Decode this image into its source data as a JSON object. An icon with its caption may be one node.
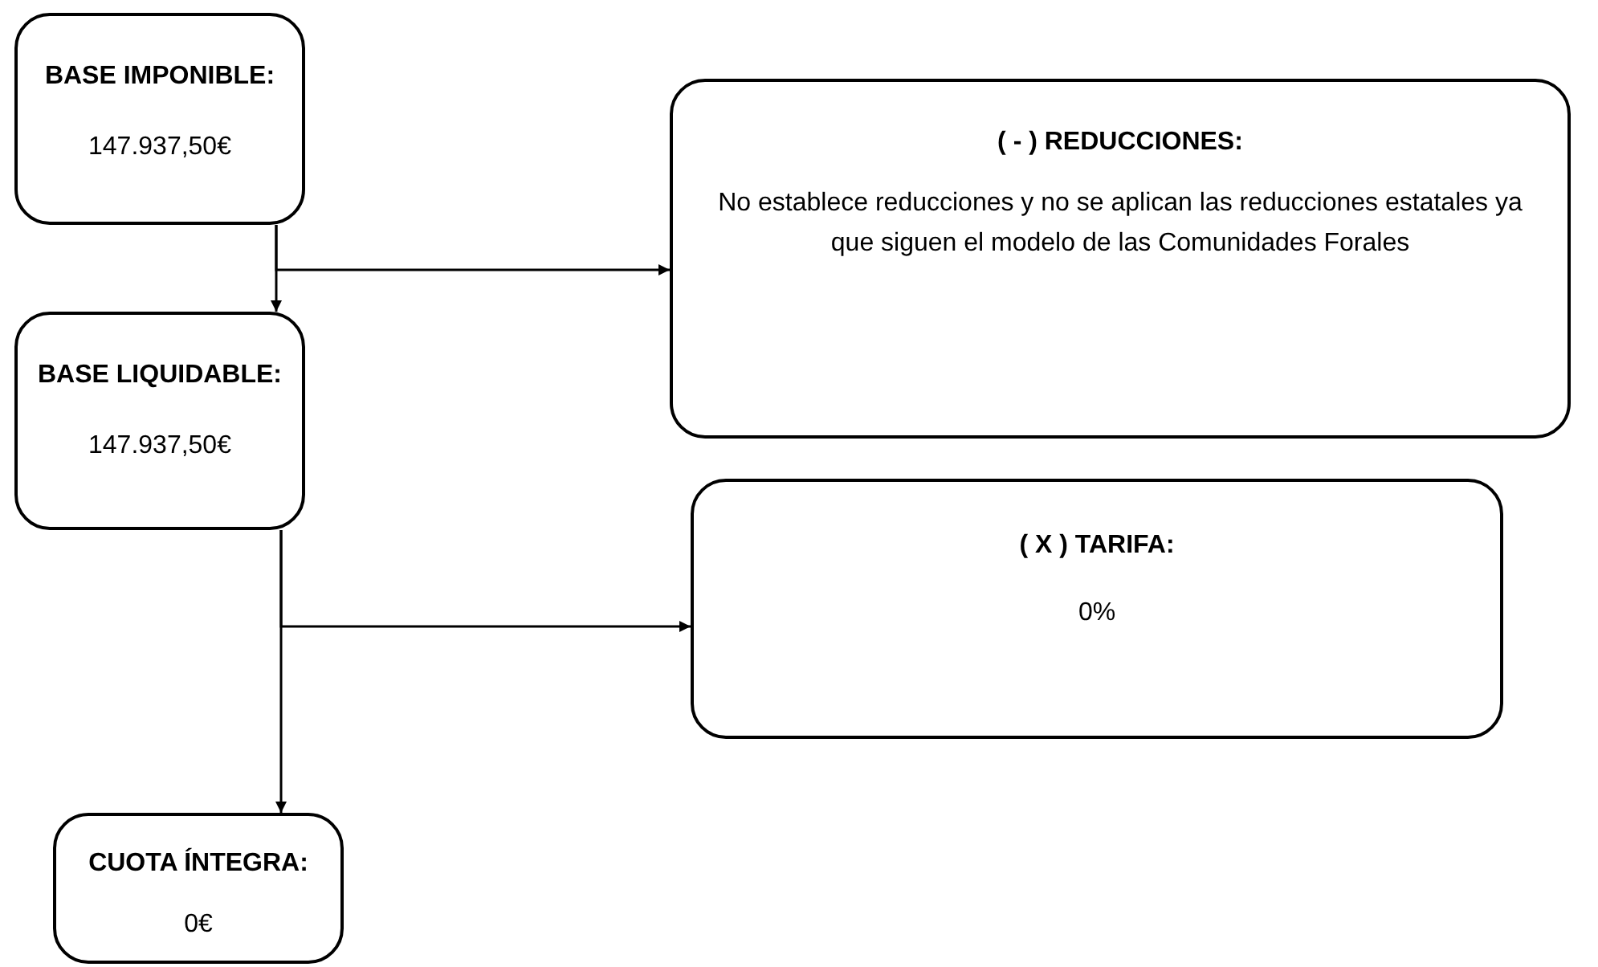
{
  "diagram": {
    "nodes": [
      {
        "text": [
          "BASE IMPONIBLE:",
          "147.937,50€"
        ]
      },
      {
        "text": [
          "( - ) REDUCCIONES:",
          "No establece reducciones y no se aplican las reducciones estatales ya que siguen el modelo de las Comunidades Forales"
        ]
      },
      {
        "text": [
          "BASE LIQUIDABLE:",
          "147.937,50€"
        ]
      },
      {
        "text": [
          "( X ) TARIFA:",
          "0%"
        ]
      },
      {
        "text": [
          "CUOTA ÍNTEGRA:",
          "0€"
        ]
      }
    ],
    "edges": [
      {
        "from": 0,
        "to": 1,
        "arrow": "to"
      },
      {
        "from": 0,
        "to": 2,
        "arrow": "to"
      },
      {
        "from": 2,
        "to": 3,
        "arrow": "to"
      },
      {
        "from": 2,
        "to": 4,
        "arrow": "to"
      }
    ]
  }
}
